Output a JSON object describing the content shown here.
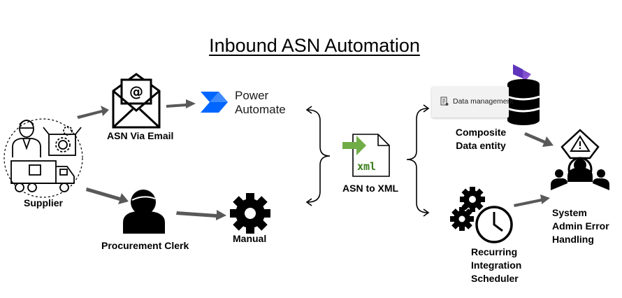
{
  "title": "Inbound ASN Automation",
  "nodes": {
    "supplier": "Supplier",
    "asn_via_email": "ASN Via Email",
    "power_automate": {
      "line1": "Power",
      "line2": "Automate"
    },
    "procurement_clerk": "Procurement Clerk",
    "manual": "Manual",
    "asn_to_xml": "ASN to XML",
    "xml_file_label": "xml",
    "data_management": "Data management",
    "composite_data_entity": {
      "line1": "Composite",
      "line2": "Data entity"
    },
    "recurring_integration_scheduler": {
      "line1": "Recurring",
      "line2": "Integration",
      "line3": "Scheduler"
    },
    "system_admin_error_handling": {
      "line1": "System",
      "line2": "Admin Error",
      "line3": "Handling"
    }
  },
  "colors": {
    "arrow_gray": "#595959",
    "power_automate_blue": "#0066ff",
    "dynamics_purple": "#6b2fbf",
    "xml_green": "#3a7d1c",
    "xml_arrow_green": "#70ad47"
  }
}
